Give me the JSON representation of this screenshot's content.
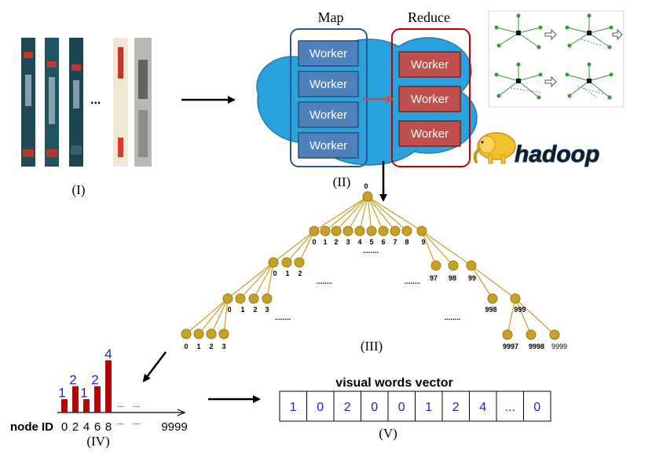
{
  "panels": {
    "panel_i": "(I)",
    "panel_ii": "(II)",
    "panel_iii": "(III)",
    "panel_iv": "(IV)",
    "panel_v": "(V)"
  },
  "mapreduce": {
    "map_title": "Map",
    "reduce_title": "Reduce",
    "map_workers": [
      "Worker",
      "Worker",
      "Worker",
      "Worker"
    ],
    "reduce_workers": [
      "Worker",
      "Worker",
      "Worker"
    ],
    "logo_text": "hadoop",
    "colors": {
      "cloud": "#29a3de",
      "map_worker": "#4f81bd",
      "reduce_worker": "#c0504d",
      "map_border": "#2f5597",
      "reduce_border": "#c00000",
      "arrow": "#c0504d"
    }
  },
  "images": {
    "ellipsis": "..."
  },
  "tree": {
    "root_label": "0",
    "level1_labels": [
      "0",
      "1",
      "2",
      "3",
      "4",
      "5",
      "6",
      "7",
      "8",
      "9"
    ],
    "level1_dots": "........",
    "level2_left_labels": [
      "0",
      "1",
      "2"
    ],
    "level2_right_labels": [
      "97",
      "98",
      "99"
    ],
    "level2_dots_left": "........",
    "level2_dots_right": "........",
    "level3_left_labels": [
      "0",
      "1",
      "2",
      "3"
    ],
    "level3_right_labels": [
      "998",
      "999"
    ],
    "level3_dots_left": "........",
    "level3_dots_right": "........",
    "level4_left_labels": [
      "0",
      "1",
      "2",
      "3"
    ],
    "level4_right_labels": [
      "9997",
      "9998",
      "9999"
    ],
    "node_color": "#c8a028",
    "edge_color": "#c8a028"
  },
  "histogram": {
    "axis_title": "node ID",
    "x_labels": [
      "0",
      "2",
      "4",
      "6",
      "8"
    ],
    "x_end_label": "9999",
    "dots_a": "...",
    "dots_b": "...",
    "dots_c": "...",
    "dots_d": "...",
    "bar_color": "#c00000",
    "label_color": "#1f1fd6"
  },
  "chart_data": {
    "type": "bar",
    "categories": [
      "0",
      "2",
      "4",
      "6",
      "8"
    ],
    "values": [
      1,
      2,
      1,
      2,
      4
    ],
    "xlabel": "node ID",
    "ylim": [
      0,
      4
    ]
  },
  "vector": {
    "title": "visual words vector",
    "values": [
      "1",
      "0",
      "2",
      "0",
      "0",
      "1",
      "2",
      "4",
      "...",
      "0"
    ]
  }
}
